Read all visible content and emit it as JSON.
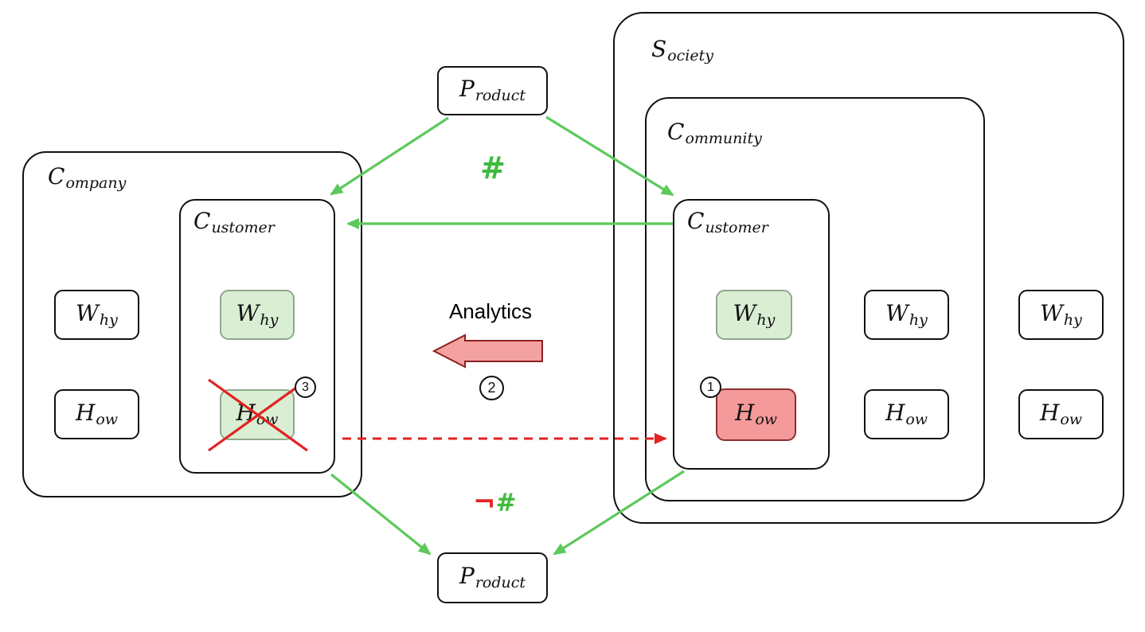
{
  "nodes": {
    "product": {
      "letter": "P",
      "sub": "roduct"
    },
    "society": {
      "letter": "S",
      "sub": "ociety"
    },
    "community": {
      "letter": "C",
      "sub": "ommunity"
    },
    "company": {
      "letter": "C",
      "sub": "ompany"
    },
    "customer": {
      "letter": "C",
      "sub": "ustomer"
    },
    "why": {
      "letter": "W",
      "sub": "hy"
    },
    "how": {
      "letter": "H",
      "sub": "ow"
    }
  },
  "annotations": {
    "hash_top": "#",
    "analytics": "Analytics",
    "not_sign": "¬",
    "hash_bottom": "#",
    "badge_1": "1",
    "badge_2": "2",
    "badge_3": "3"
  },
  "colors": {
    "arrow_green": "#5cc95c",
    "green_fill": "#d9eed2",
    "arrow_red": "#e32222",
    "red_fill": "#f59a9a",
    "analytics_arrow_fill": "#f4a1a1",
    "analytics_arrow_stroke": "#8e1f1f"
  }
}
